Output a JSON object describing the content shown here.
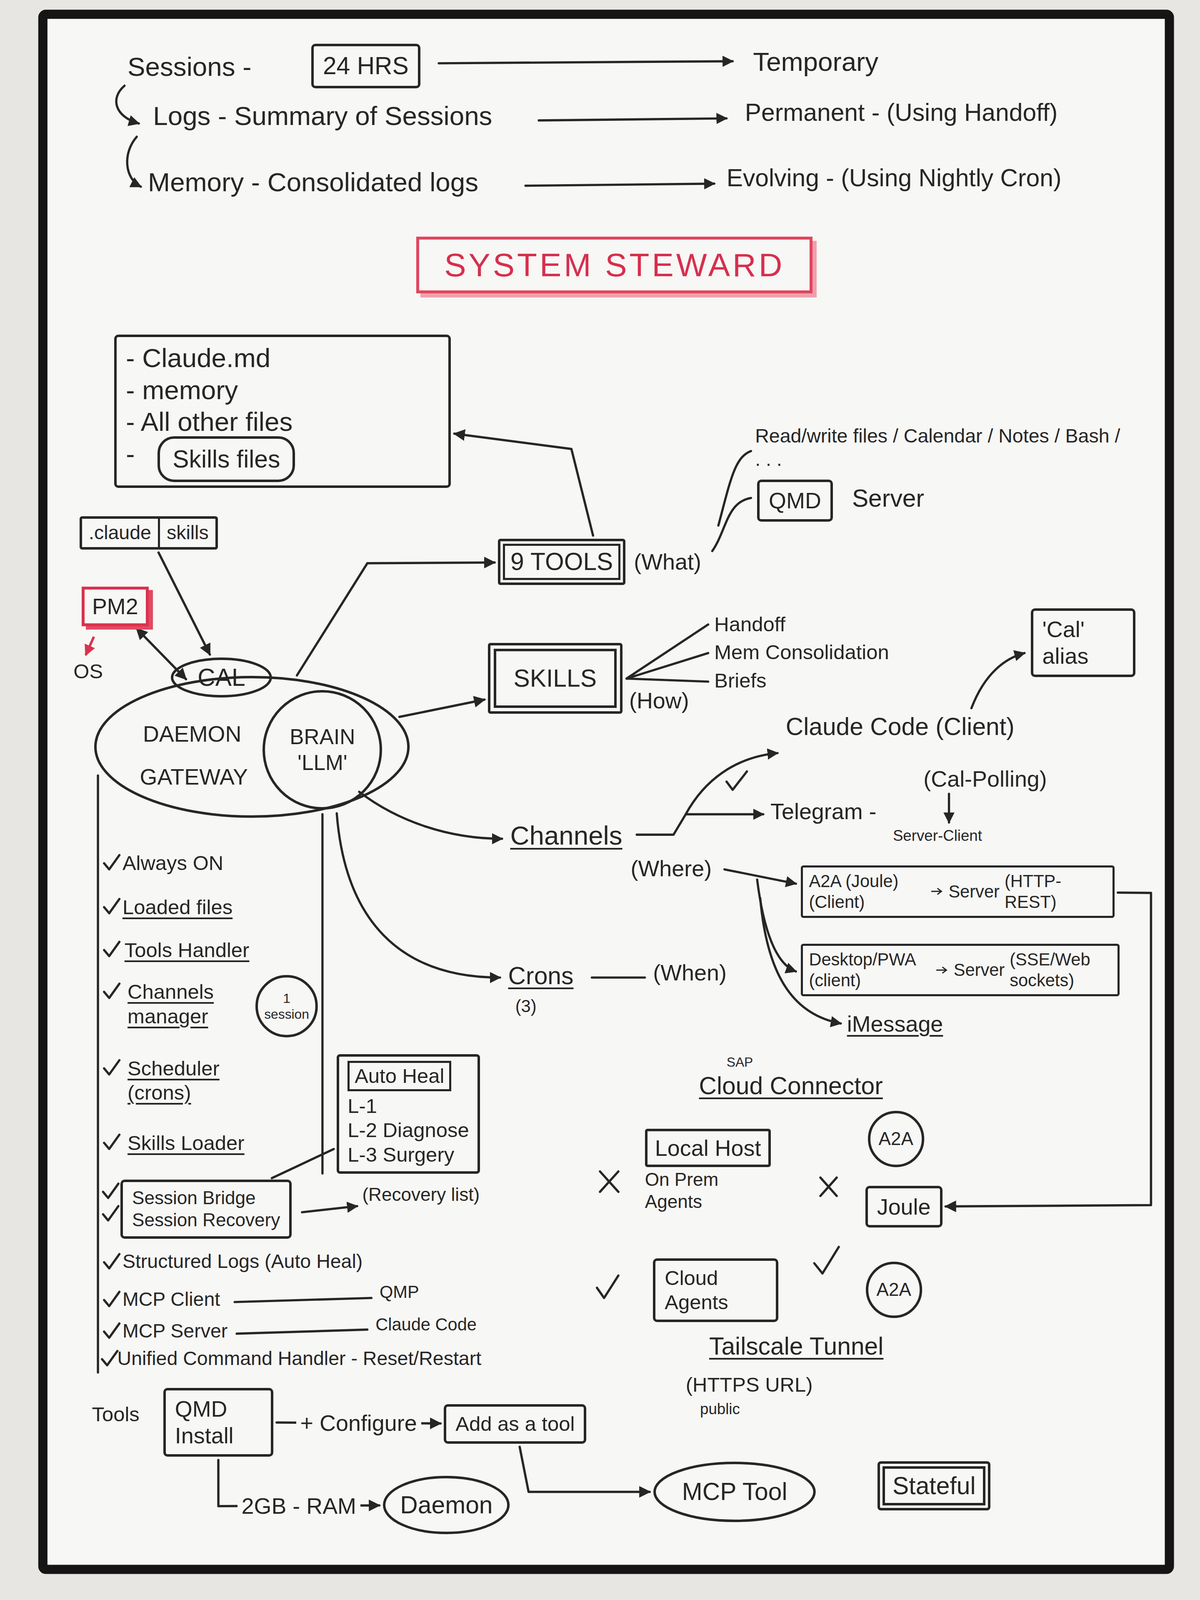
{
  "diagram": {
    "title": "SYSTEM STEWARD",
    "nodes": [
      {
        "text": [
          "24 HRS"
        ]
      },
      {
        "text": [
          "- Claude.md",
          "- memory",
          "- All other files",
          "-"
        ]
      },
      {
        "text": [
          "Skills files"
        ],
        "in": 1
      },
      {
        "text": [
          ".claude",
          "skills"
        ]
      },
      {
        "text": [
          "PM2"
        ]
      },
      {
        "text": [
          "DAEMON",
          "GATEWAY"
        ]
      },
      {
        "text": [
          "CAL"
        ],
        "in": 5
      },
      {
        "text": [
          "BRAIN 'LLM'"
        ],
        "in": 5
      },
      {
        "text": [
          "9 TOOLS",
          "(What)"
        ]
      },
      {
        "text": [
          "QMD"
        ]
      },
      {
        "text": [
          "SKILLS",
          "(How)"
        ]
      },
      {
        "text": [
          "'Cal' alias"
        ]
      },
      {
        "text": [
          "A2A (Joule) (Client)",
          "Server",
          "(HTTP-REST)"
        ]
      },
      {
        "text": [
          "Desktop/PWA (client)",
          "Server",
          "(SSE/Web sockets)"
        ]
      },
      {
        "text": [
          "1 session"
        ]
      },
      {
        "text": [
          "Auto Heal",
          "L-1",
          "L-2 Diagnose",
          "L-3 Surgery"
        ]
      },
      {
        "text": [
          "Session Bridge",
          "Session Recovery"
        ]
      },
      {
        "text": [
          "Local Host",
          "On Prem Agents"
        ]
      },
      {
        "text": [
          "A2A"
        ]
      },
      {
        "text": [
          "Joule"
        ]
      },
      {
        "text": [
          "Cloud Agents"
        ]
      },
      {
        "text": [
          "A2A"
        ]
      },
      {
        "text": [
          "QMD Install"
        ]
      },
      {
        "text": [
          "Add as a tool"
        ]
      },
      {
        "text": [
          "MCP Tool"
        ]
      },
      {
        "text": [
          "Daemon"
        ]
      },
      {
        "text": [
          "Stateful"
        ]
      }
    ],
    "edges": [
      {
        "from": 4,
        "to": 5,
        "arrow": "both"
      },
      {
        "from": 3,
        "to": 6,
        "arrow": "to"
      },
      {
        "from": 5,
        "to": 8,
        "arrow": "to"
      },
      {
        "from": 8,
        "to": 1,
        "arrow": "to"
      },
      {
        "from": 5,
        "to": 10,
        "arrow": "to"
      },
      {
        "from": 12,
        "to": 19,
        "arrow": "to"
      },
      {
        "from": 16,
        "to": 15,
        "arrow": "none"
      },
      {
        "from": 22,
        "to": 23,
        "arrow": "to",
        "label": "+ Configure"
      },
      {
        "from": 22,
        "to": 25,
        "arrow": "to",
        "label": "2GB - RAM"
      },
      {
        "from": 23,
        "to": 24,
        "arrow": "to"
      }
    ],
    "labels": [
      "Sessions -",
      "Temporary",
      "Logs - Summary of Sessions",
      "Permanent - (Using Handoff)",
      "Memory - Consolidated logs",
      "Evolving - (Using Nightly Cron)",
      "OS",
      "Read/write files / Calendar / Notes / Bash / . . .",
      "Server",
      "Handoff",
      "Mem Consolidation",
      "Briefs",
      "Claude Code (Client)",
      "Telegram -",
      "(Cal-Polling)",
      "Server-Client",
      "Channels",
      "(Where)",
      "iMessage",
      "Crons",
      "(3)",
      "(When)",
      "Always ON",
      "Loaded files",
      "Tools Handler",
      "Channels manager",
      "Scheduler (crons)",
      "Skills Loader",
      "(Recovery list)",
      "Structured Logs (Auto Heal)",
      "MCP Client",
      "QMP",
      "MCP Server",
      "Claude Code",
      "Unified Command Handler - Reset/Restart",
      "SAP",
      "Cloud Connector",
      "Tailscale Tunnel",
      "(HTTPS URL)",
      "public",
      "Tools"
    ]
  }
}
